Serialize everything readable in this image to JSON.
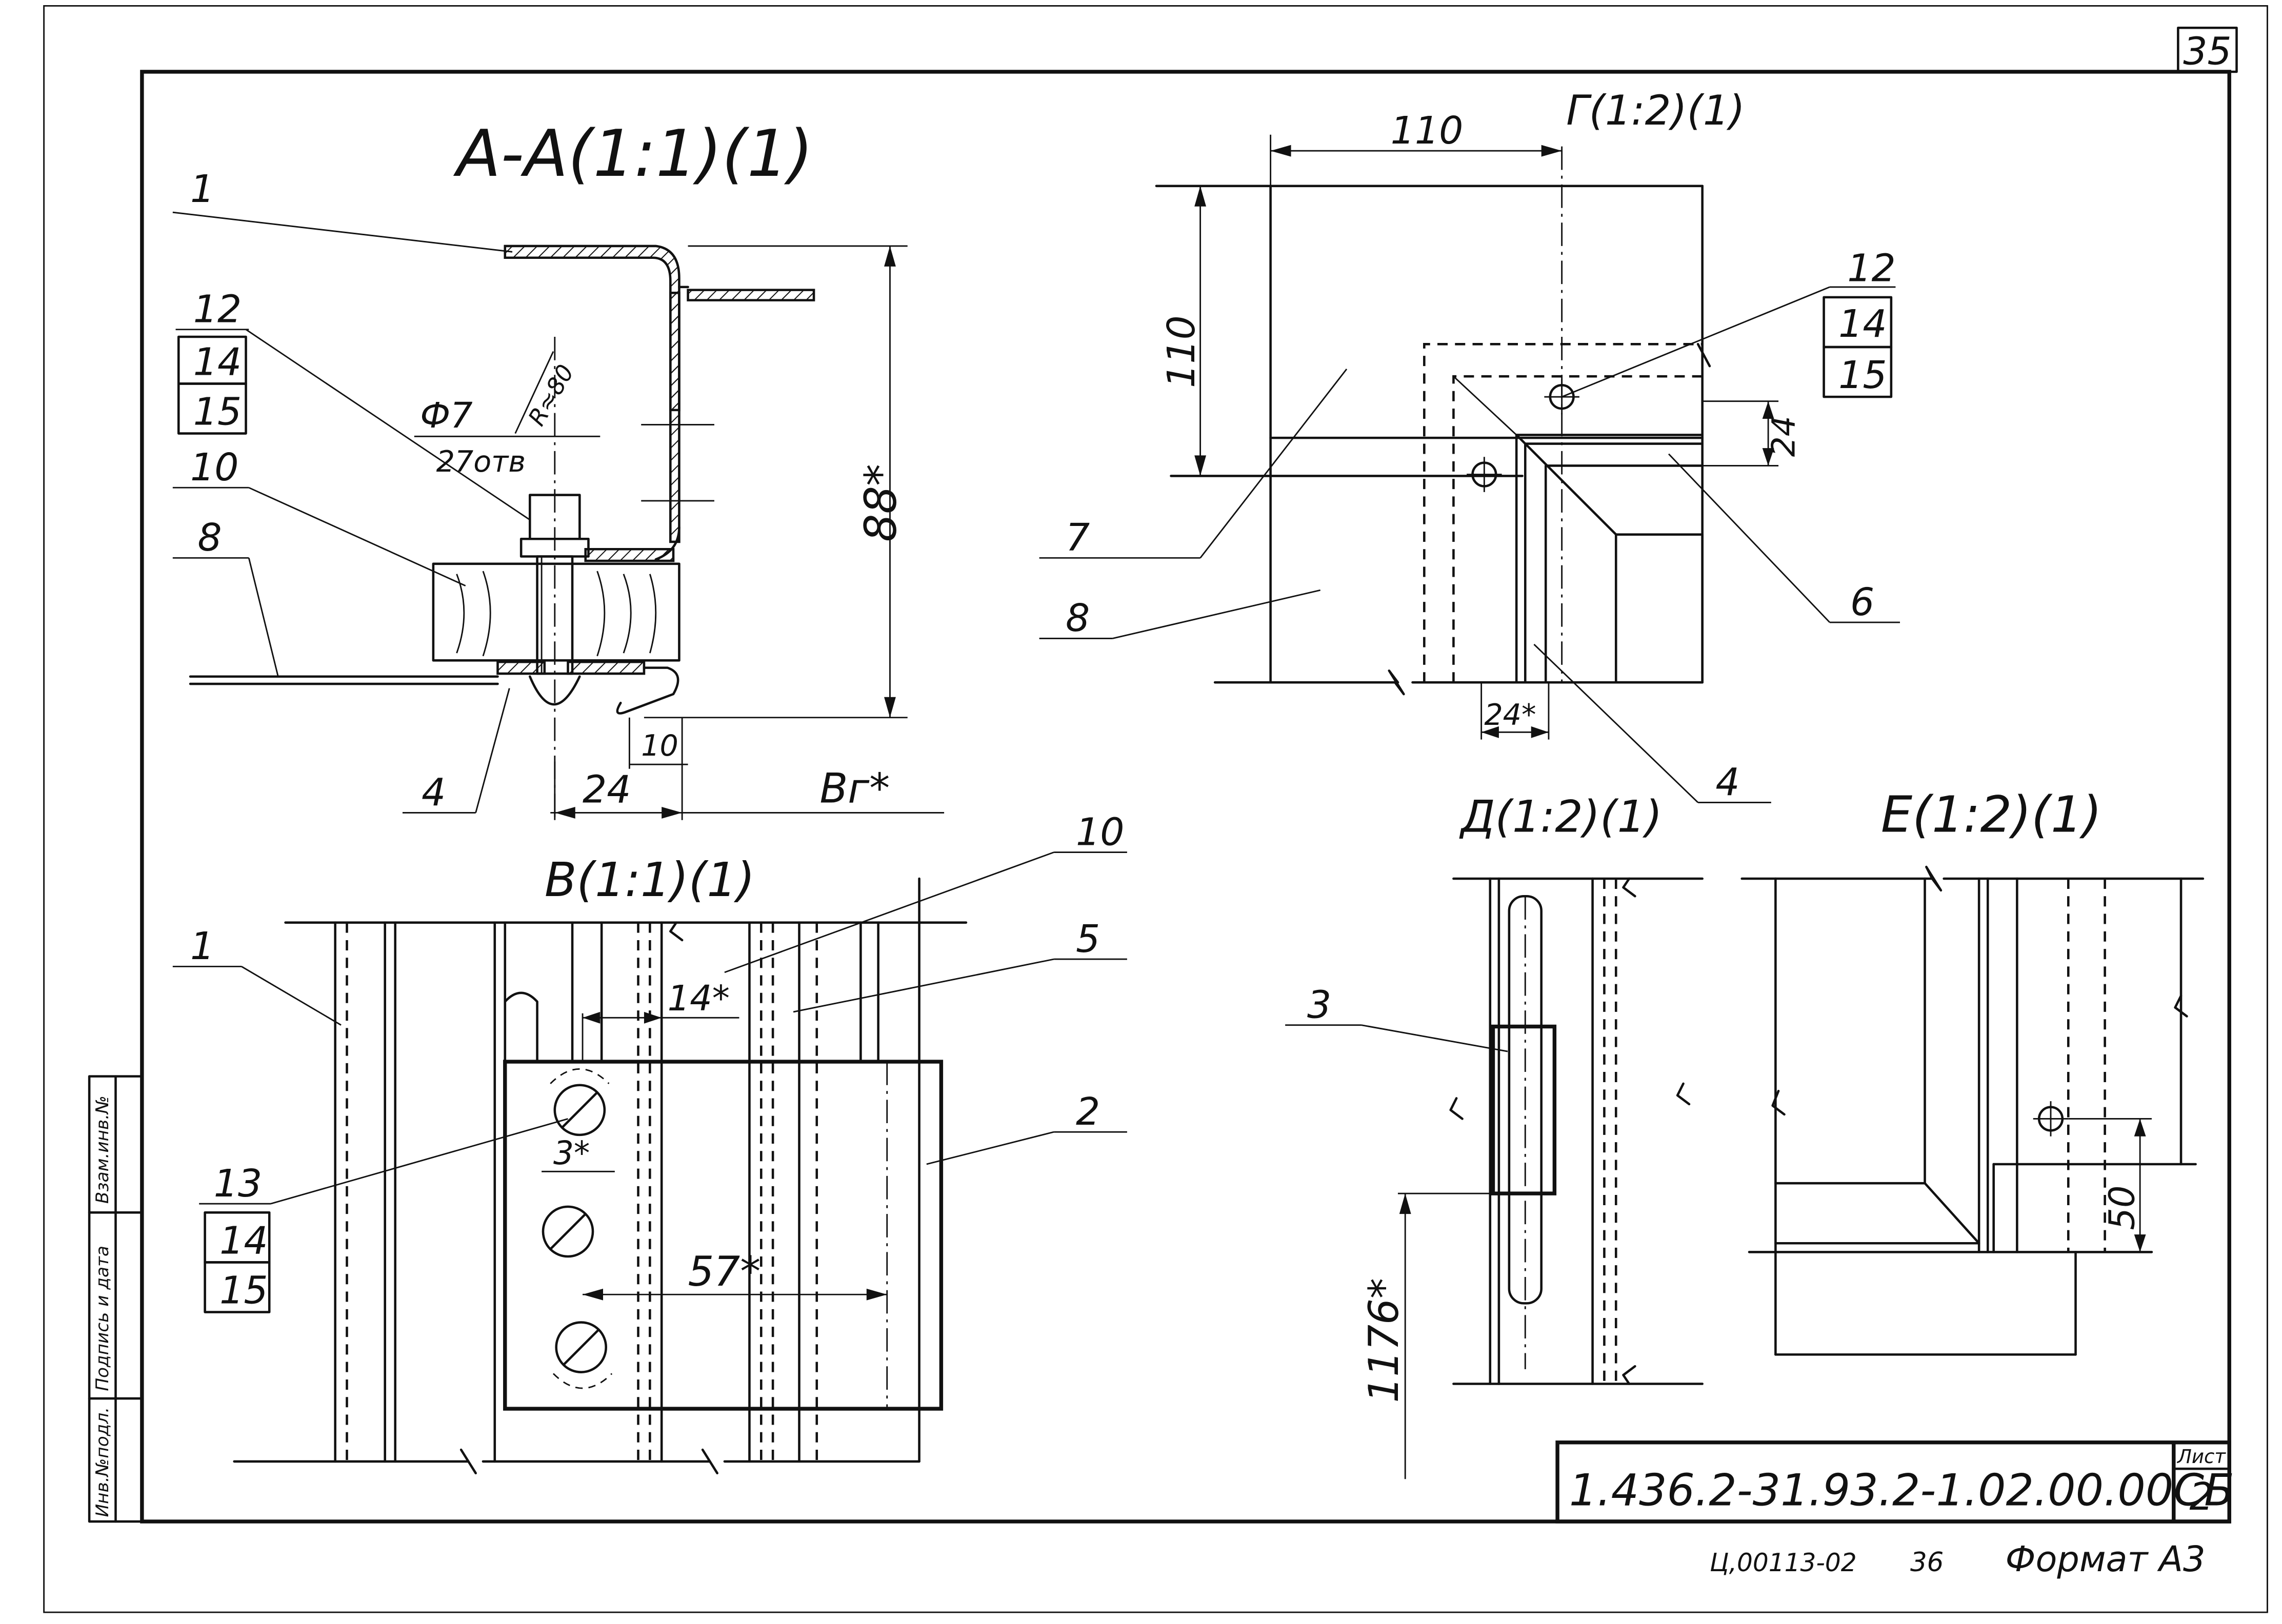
{
  "sheet": {
    "corner_number": "35",
    "doc_code": "1.436.2-31.93.2-1.02.00.00СБ",
    "list_label": "Лист",
    "list_number": "2",
    "bottom_code": "Ц,00113-02",
    "bottom_number": "36",
    "format_text": "Формат А3"
  },
  "side_stamp": {
    "col1": "Инв.№подл.",
    "col2": "Подпись и дата",
    "col3": "Взам.инв.№"
  },
  "views": {
    "aa": {
      "title": "А-А(1:1)(1)",
      "labels": {
        "l1": "1",
        "l12": "12",
        "l14": "14",
        "l15": "15",
        "l10": "10",
        "l8": "8",
        "l4": "4"
      },
      "dims": {
        "phi7": "Ф7",
        "d27": "27отв",
        "r80": "R≈80",
        "d88": "88*",
        "d10": "10",
        "d24": "24",
        "dB": "Вг*"
      }
    },
    "g": {
      "title": "Г(1:2)(1)",
      "labels": {
        "l12": "12",
        "l14": "14",
        "l15": "15",
        "l7": "7",
        "l8": "8",
        "l6": "6",
        "l4": "4"
      },
      "dims": {
        "d110h": "110",
        "d110v": "110",
        "d24v": "24",
        "d24h": "24*"
      }
    },
    "v": {
      "title": "В(1:1)(1)",
      "labels": {
        "l1": "1",
        "l10": "10",
        "l5": "5",
        "l2": "2",
        "l13": "13",
        "l14": "14",
        "l15": "15"
      },
      "dims": {
        "d14": "14*",
        "d3": "3*",
        "d57": "57*"
      }
    },
    "d": {
      "title": "Д(1:2)(1)",
      "labels": {
        "l3": "3"
      },
      "dims": {
        "d1176": "1176*"
      }
    },
    "e": {
      "title": "Е(1:2)(1)",
      "dims": {
        "d50": "50"
      }
    }
  }
}
